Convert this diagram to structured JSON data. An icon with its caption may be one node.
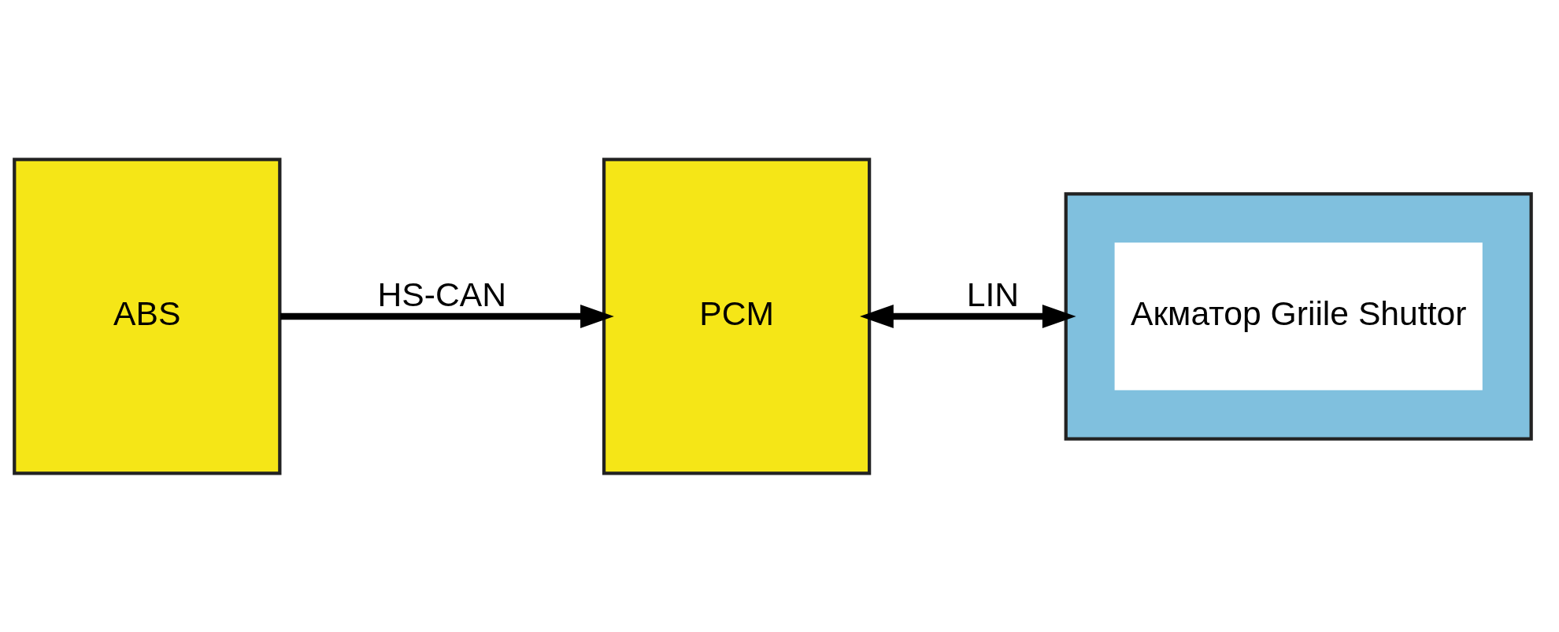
{
  "diagram": {
    "nodes": [
      {
        "text": [
          "ABS"
        ]
      },
      {
        "text": [
          "PCM"
        ]
      },
      {
        "text": [],
        "shape": "box"
      },
      {
        "text": [
          "Акматор Griile Shuttor"
        ],
        "in": 2
      }
    ],
    "edges": [
      {
        "from": 0,
        "to": 1,
        "arrow": "to",
        "label": "HS-CAN"
      },
      {
        "from": 1,
        "to": 2,
        "arrow": "both",
        "label": "LIN"
      }
    ]
  }
}
